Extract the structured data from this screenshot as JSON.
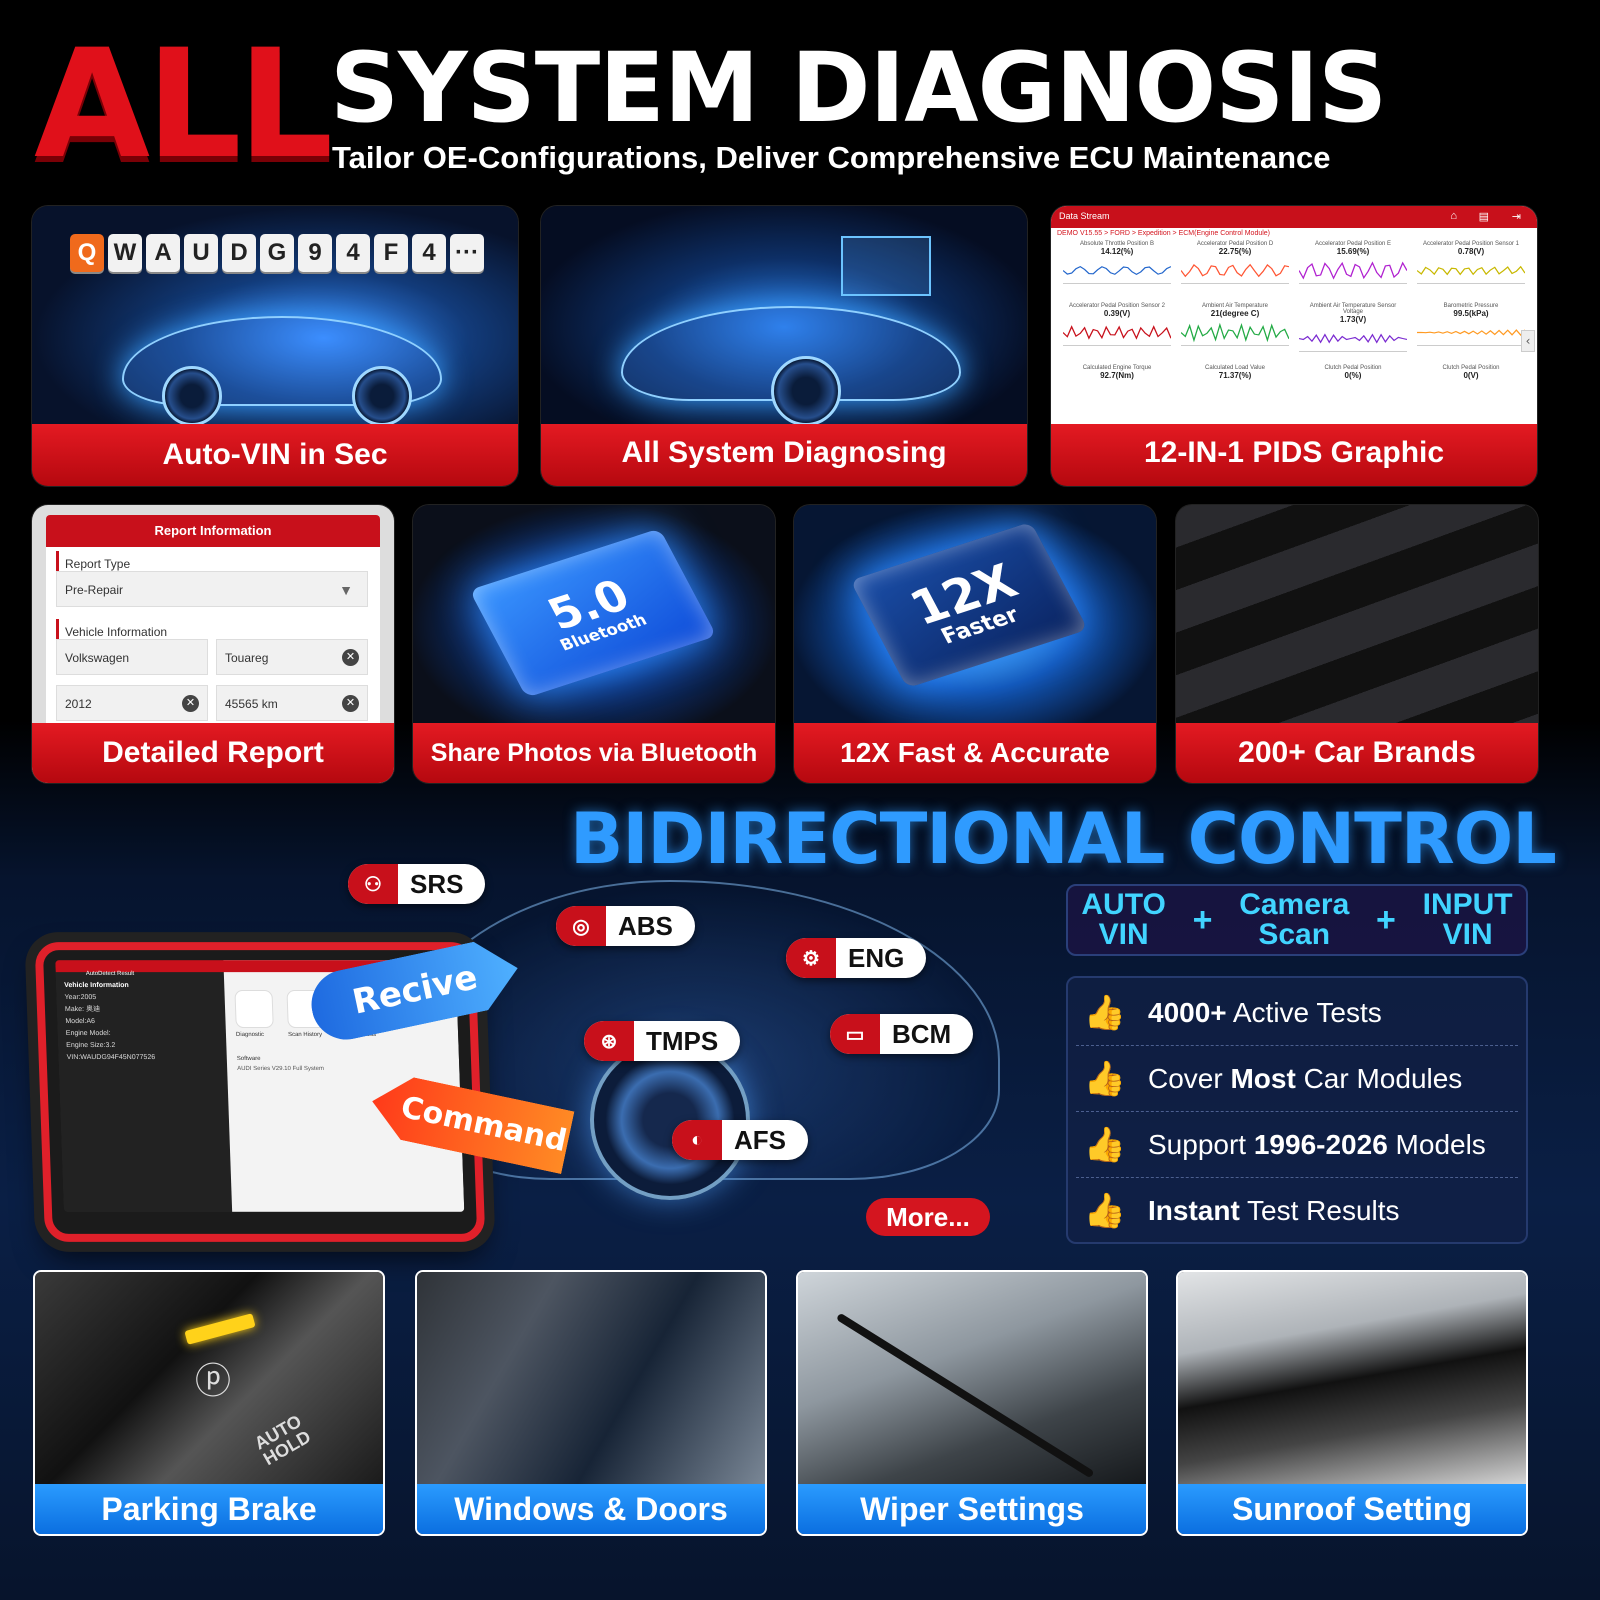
{
  "header": {
    "all": "ALL",
    "title": "SYSTEM DIAGNOSIS",
    "subtitle": "Tailor OE-Configurations, Deliver Comprehensive ECU Maintenance"
  },
  "vin_keys": [
    "Q",
    "W",
    "A",
    "U",
    "D",
    "G",
    "9",
    "4",
    "F",
    "4",
    "···"
  ],
  "data_stream": {
    "title": "Data Stream",
    "path": "DEMO V15.55 > FORD > Expedition > ECM(Engine Control Module)",
    "cells": [
      {
        "label": "Absolute Throttle Position B",
        "value": "14.12(%)",
        "color": "#2266cc"
      },
      {
        "label": "Accelerator Pedal Position D",
        "value": "22.75(%)",
        "color": "#ff5533"
      },
      {
        "label": "Accelerator Pedal Position E",
        "value": "15.69(%)",
        "color": "#b020d0"
      },
      {
        "label": "Accelerator Pedal Position Sensor 1",
        "value": "0.78(V)",
        "color": "#c8b800"
      },
      {
        "label": "Accelerator Pedal Position Sensor 2",
        "value": "0.39(V)",
        "color": "#c8101b"
      },
      {
        "label": "Ambient Air Temperature",
        "value": "21(degree C)",
        "color": "#22aa44"
      },
      {
        "label": "Ambient Air Temperature Sensor Voltage",
        "value": "1.73(V)",
        "color": "#7a2ad0"
      },
      {
        "label": "Barometric Pressure",
        "value": "99.5(kPa)",
        "color": "#ff9a22"
      },
      {
        "label": "Calculated Engine Torque",
        "value": "92.7(Nm)",
        "color": "#2266cc"
      },
      {
        "label": "Calculated Load Value",
        "value": "71.37(%)",
        "color": "#2266cc"
      },
      {
        "label": "Clutch Pedal Position",
        "value": "0(%)",
        "color": "#2266cc"
      },
      {
        "label": "Clutch Pedal Position",
        "value": "0(V)",
        "color": "#2266cc"
      }
    ]
  },
  "report": {
    "title": "Report Information",
    "report_type_label": "Report Type",
    "report_type_value": "Pre-Repair",
    "vehicle_info_label": "Vehicle Information",
    "make": "Volkswagen",
    "model": "Touareg",
    "year": "2012",
    "mileage": "45565 km"
  },
  "chips": {
    "bt_version": "5.0",
    "bt_label": "Bluetooth",
    "speed": "12X",
    "speed_label": "Faster"
  },
  "cards_top": [
    {
      "caption": "Auto-VIN in Sec"
    },
    {
      "caption": "All System Diagnosing"
    },
    {
      "caption": "12-IN-1 PIDS Graphic"
    }
  ],
  "cards_mid": [
    {
      "caption": "Detailed Report"
    },
    {
      "caption": "Share Photos via Bluetooth"
    },
    {
      "caption": "12X Fast & Accurate"
    },
    {
      "caption": "200+ Car Brands"
    }
  ],
  "bidi": {
    "title": "BIDIRECTIONAL CONTROL",
    "recive": "Recive",
    "command": "Command",
    "more": "More...",
    "systems": [
      {
        "label": "SRS",
        "icon": "airbag-icon"
      },
      {
        "label": "ABS",
        "icon": "abs-icon"
      },
      {
        "label": "ENG",
        "icon": "engine-icon"
      },
      {
        "label": "TMPS",
        "icon": "tire-pressure-icon"
      },
      {
        "label": "BCM",
        "icon": "battery-icon"
      },
      {
        "label": "AFS",
        "icon": "headlight-icon"
      }
    ]
  },
  "tablet": {
    "header": "AutoDetect Result",
    "section": "Vehicle Information",
    "year": "Year:2005",
    "make": "Make: 奥迪",
    "model": "Model:A6",
    "engine_model": "Engine Model:",
    "engine_size": "Engine Size:3.2",
    "vin": "VIN:WAUDG94F45N077526",
    "tile_1": "Diagnostic",
    "tile_2": "Scan History",
    "tile_3": "Quick Access",
    "software": "Software",
    "software_desc": "AUDI Series V29.10 Full System"
  },
  "vin_options": {
    "auto_line1": "AUTO",
    "auto_line2": "VIN",
    "camera_line1": "Camera",
    "camera_line2": "Scan",
    "input_line1": "INPUT",
    "input_line2": "VIN",
    "plus": "+"
  },
  "features": [
    {
      "bold": "4000+",
      "rest": " Active Tests",
      "bold_first": true
    },
    {
      "pre": "Cover ",
      "bold": "Most",
      "rest": " Car Modules"
    },
    {
      "pre": "Support ",
      "bold": "1996-2026",
      "rest": " Models"
    },
    {
      "bold": "Instant",
      "rest": " Test Results",
      "bold_first": true
    }
  ],
  "bottom_cards": [
    {
      "caption": "Parking Brake"
    },
    {
      "caption": "Windows & Doors"
    },
    {
      "caption": "Wiper Settings"
    },
    {
      "caption": "Sunroof Setting"
    }
  ],
  "brake_button": {
    "line1": "AUTO",
    "line2": "HOLD"
  },
  "colors": {
    "brand_red": "#c8101b",
    "accent_blue": "#2f9bff",
    "vin_cyan": "#41d4ff"
  }
}
